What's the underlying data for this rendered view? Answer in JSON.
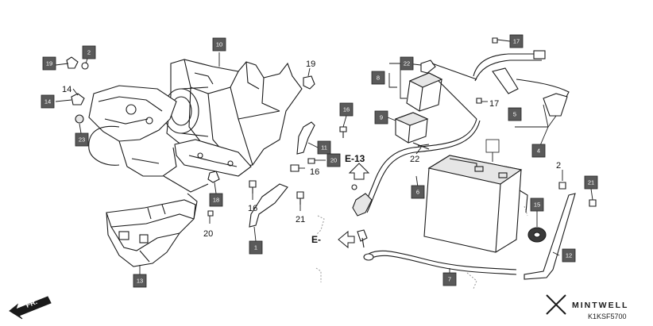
{
  "callouts_boxed": [
    {
      "id": "c10",
      "label": "10"
    },
    {
      "id": "c2",
      "label": "2"
    },
    {
      "id": "c19",
      "label": "19"
    },
    {
      "id": "c14",
      "label": "14"
    },
    {
      "id": "c23",
      "label": "23"
    },
    {
      "id": "c16",
      "label": "16"
    },
    {
      "id": "c11",
      "label": "11"
    },
    {
      "id": "c20",
      "label": "20"
    },
    {
      "id": "c18",
      "label": "18"
    },
    {
      "id": "c1",
      "label": "1"
    },
    {
      "id": "c13",
      "label": "13"
    },
    {
      "id": "c17",
      "label": "17"
    },
    {
      "id": "c22",
      "label": "22"
    },
    {
      "id": "c8",
      "label": "8"
    },
    {
      "id": "c9",
      "label": "9"
    },
    {
      "id": "c5",
      "label": "5"
    },
    {
      "id": "c4",
      "label": "4"
    },
    {
      "id": "c6",
      "label": "6"
    },
    {
      "id": "c7",
      "label": "7"
    },
    {
      "id": "c3",
      "label": ""
    },
    {
      "id": "c15",
      "label": "15"
    },
    {
      "id": "c12",
      "label": "12"
    },
    {
      "id": "c21",
      "label": "21"
    }
  ],
  "callouts_plain": [
    {
      "id": "p19",
      "label": "19"
    },
    {
      "id": "p14",
      "label": "14"
    },
    {
      "id": "p16a",
      "label": "16"
    },
    {
      "id": "p16b",
      "label": "16"
    },
    {
      "id": "p20",
      "label": "20"
    },
    {
      "id": "p21",
      "label": "21"
    },
    {
      "id": "p17",
      "label": "17"
    },
    {
      "id": "p22",
      "label": "22"
    },
    {
      "id": "p2",
      "label": "2"
    }
  ],
  "refs": {
    "e13": "E-13",
    "e": "E-"
  },
  "direction": {
    "fr": "FR."
  },
  "brand": {
    "name": "MINTWELL",
    "code": "K1KSF5700"
  }
}
